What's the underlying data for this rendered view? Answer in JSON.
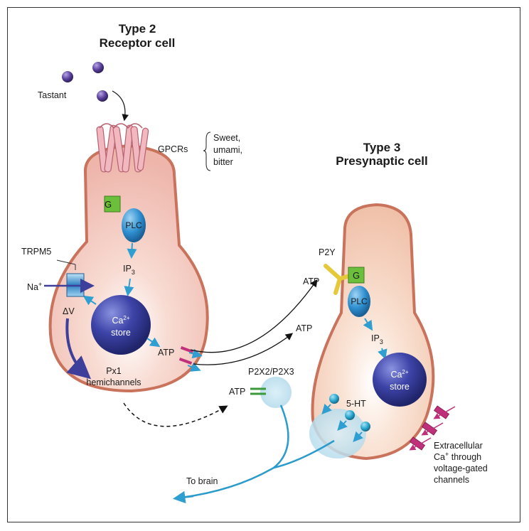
{
  "receptor": {
    "title_line1": "Type 2",
    "title_line2": "Receptor cell",
    "tastant": "Tastant",
    "gpcrs": "GPCRs",
    "tastes": [
      "Sweet,",
      "umami,",
      "bitter"
    ],
    "g": "G",
    "plc": "PLC",
    "ip3_main": "IP",
    "ip3_sub": "3",
    "trpm5": "TRPM5",
    "na_main": "Na",
    "na_sup": "+",
    "dv": "ΔV",
    "ca_main": "Ca",
    "ca_sup": "2+",
    "store": "store",
    "atp": "ATP",
    "px1_line1": "Px1",
    "px1_line2": "hemichannels"
  },
  "middle": {
    "p2y": "P2Y",
    "atp_top": "ATP",
    "atp_mid": "ATP",
    "p2x": "P2X2/P2X3",
    "atp_low": "ATP",
    "to_brain": "To brain"
  },
  "presynaptic": {
    "title_line1": "Type 3",
    "title_line2": "Presynaptic cell",
    "g": "G",
    "plc": "PLC",
    "ip3_main": "IP",
    "ip3_sub": "3",
    "ca_main": "Ca",
    "ca_sup": "2+",
    "store": "store",
    "ht": "5-HT",
    "extra_line1": "Extracellular",
    "extra_line2_main": "Ca",
    "extra_line2_sup": "+",
    "extra_line2_rest": " through",
    "extra_line3": "voltage-gated",
    "extra_line4": "channels"
  },
  "colors": {
    "cell_fill": "#f2c3bb",
    "cell_stroke": "#c9735d",
    "store": "#3b3f9e",
    "plc": "#2f8fd0",
    "g_protein": "#6cbf3b",
    "arrow_blue": "#2e9fd0",
    "tastant": "#5a3f9a"
  }
}
